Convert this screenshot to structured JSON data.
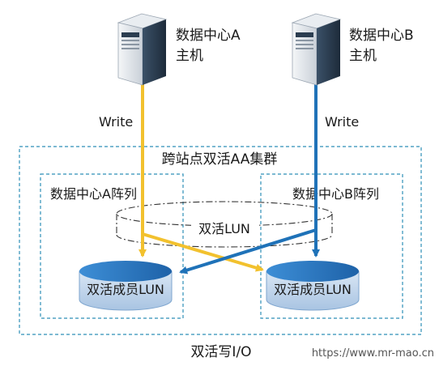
{
  "server_a": {
    "line1": "数据中心A",
    "line2": "主机"
  },
  "server_b": {
    "line1": "数据中心B",
    "line2": "主机"
  },
  "write_left": "Write",
  "write_right": "Write",
  "cluster_label": "跨站点双活AA集群",
  "array_a_label": "数据中心A阵列",
  "array_b_label": "数据中心B阵列",
  "hyper_lun_label": "双活LUN",
  "member_lun_a": "双活成员LUN",
  "member_lun_b": "双活成员LUN",
  "caption": "双活写I/O",
  "watermark": "https://www.mr-mao.cn",
  "colors": {
    "path_a": "#f2c12e",
    "path_b": "#1f72b8",
    "box_border": "#2e8fb8",
    "disk_top": "#2f7fc7",
    "disk_body": "#c5d9ee",
    "server_dark": "#2b3d50",
    "server_light": "#dfe4ea"
  },
  "icons": [
    "server-icon",
    "disk-icon",
    "arrow-icon"
  ]
}
